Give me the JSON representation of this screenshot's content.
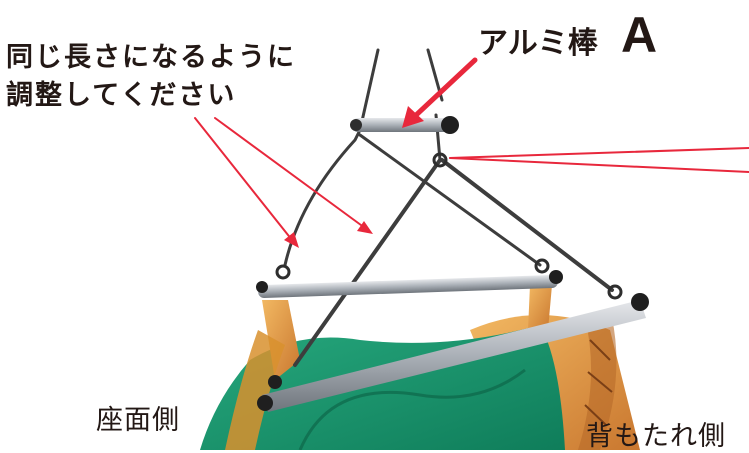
{
  "annotations": {
    "adjust_line1": "同じ長さになるように",
    "adjust_line2": "調整してください",
    "rod_label": "アルミ棒",
    "rod_letter": "A",
    "seat_side": "座面側",
    "back_side": "背もたれ側"
  },
  "colors": {
    "arrow": "#e8283c",
    "text": "#231815",
    "fabric_green": "#1e9a72",
    "fabric_orange": "#e8a24a",
    "rod": "#b8bcc2",
    "rope": "#3d3d3d"
  }
}
